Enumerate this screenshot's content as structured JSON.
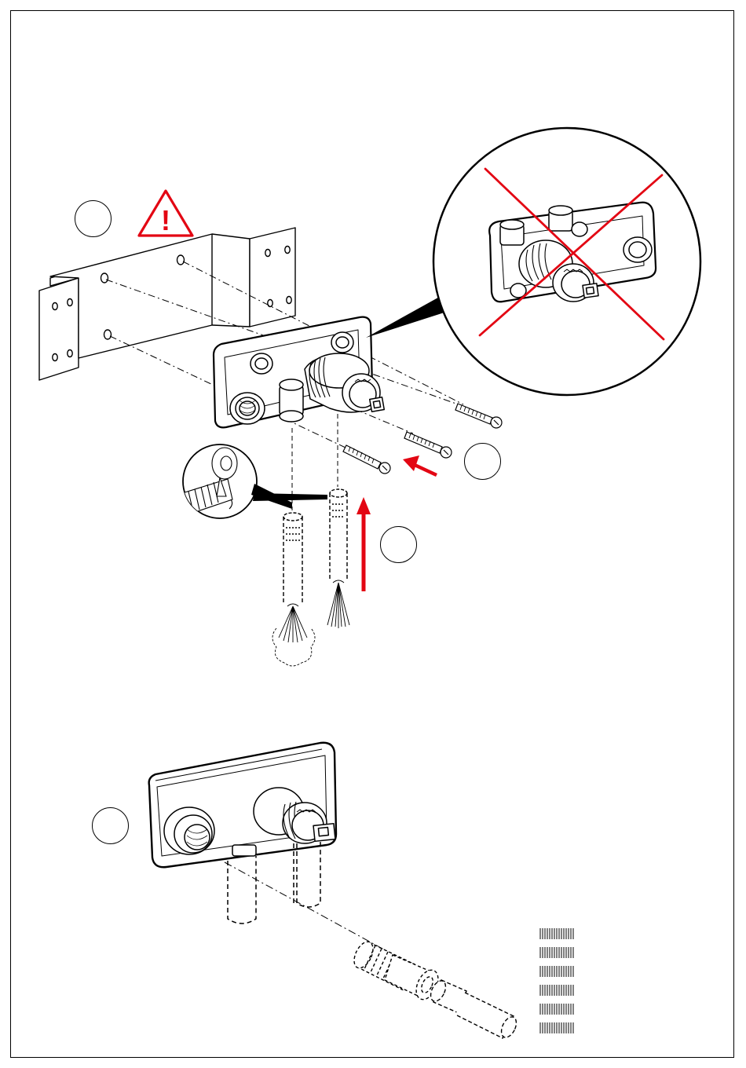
{
  "page": {
    "title": "",
    "background": "#ffffff"
  },
  "colors": {
    "line": "#000000",
    "accent_red": "#e30613",
    "paper": "#ffffff"
  },
  "steps": [
    {
      "id": "step-1",
      "label": ""
    },
    {
      "id": "step-2",
      "label": ""
    },
    {
      "id": "step-3",
      "label": ""
    },
    {
      "id": "step-4",
      "label": ""
    }
  ],
  "icons": {
    "warning": "warning-triangle-icon",
    "wrong": "red-cross-icon",
    "arrow_left": "red-arrow-left-icon",
    "arrow_up": "red-arrow-up-icon"
  },
  "warning_symbol": "!"
}
